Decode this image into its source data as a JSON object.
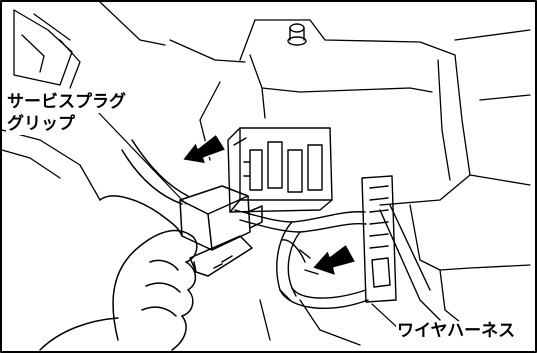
{
  "callouts": {
    "service_plug_grip_line1": "サービスプラグ",
    "service_plug_grip_line2": "グリップ",
    "wire_harness": "ワイヤハーネス"
  }
}
